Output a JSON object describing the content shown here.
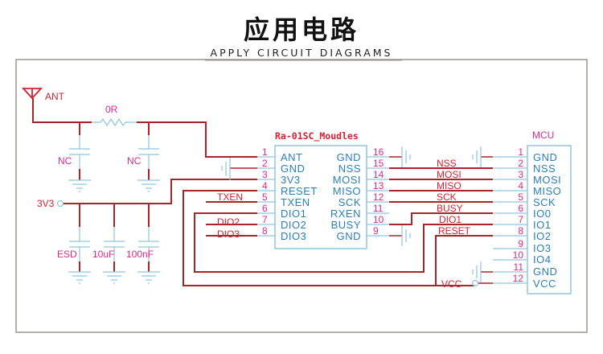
{
  "header": {
    "title_cn": "应用电路",
    "title_en": "APPLY CIRCUIT DIAGRAMS"
  },
  "colors": {
    "wire": "#a8262a",
    "lead": "#8fc5dd",
    "pin_number": "#e0288a",
    "pin_label": "#2a7fb8",
    "net_label": "#d42030"
  },
  "antenna": {
    "label": "ANT"
  },
  "resistor": {
    "label": "0R"
  },
  "rf_caps": [
    {
      "label": "NC"
    },
    {
      "label": "NC"
    }
  ],
  "power": {
    "label_3v3": "3V3",
    "caps": [
      {
        "label": "ESD"
      },
      {
        "label": "10uF"
      },
      {
        "label": "100nF"
      }
    ]
  },
  "module": {
    "name": "Ra-01SC_Moudles",
    "left_pins": [
      {
        "num": "1",
        "label": "ANT"
      },
      {
        "num": "2",
        "label": "GND"
      },
      {
        "num": "3",
        "label": "3V3"
      },
      {
        "num": "4",
        "label": "RESET"
      },
      {
        "num": "5",
        "label": "TXEN"
      },
      {
        "num": "6",
        "label": "DIO1"
      },
      {
        "num": "7",
        "label": "DIO2"
      },
      {
        "num": "8",
        "label": "DIO3"
      }
    ],
    "right_pins": [
      {
        "num": "16",
        "label": "GND"
      },
      {
        "num": "15",
        "label": "NSS"
      },
      {
        "num": "14",
        "label": "MOSI"
      },
      {
        "num": "13",
        "label": "MISO"
      },
      {
        "num": "12",
        "label": "SCK"
      },
      {
        "num": "11",
        "label": "RXEN"
      },
      {
        "num": "10",
        "label": "BUSY"
      },
      {
        "num": "9",
        "label": "GND"
      }
    ],
    "left_nets": {
      "txen": "TXEN",
      "dio2": "DIO2",
      "dio3": "DIO3"
    }
  },
  "nets": {
    "nss": "NSS",
    "mosi": "MOSI",
    "miso": "MISO",
    "sck": "SCK",
    "busy": "BUSY",
    "dio1": "DIO1",
    "reset": "RESET",
    "vcc": "VCC"
  },
  "mcu": {
    "name": "MCU",
    "pins": [
      {
        "num": "1",
        "label": "GND"
      },
      {
        "num": "2",
        "label": "NSS"
      },
      {
        "num": "3",
        "label": "MOSI"
      },
      {
        "num": "4",
        "label": "MISO"
      },
      {
        "num": "5",
        "label": "SCK"
      },
      {
        "num": "6",
        "label": "IO0"
      },
      {
        "num": "7",
        "label": "IO1"
      },
      {
        "num": "8",
        "label": "IO2"
      },
      {
        "num": "9",
        "label": "IO3"
      },
      {
        "num": "10",
        "label": "IO4"
      },
      {
        "num": "11",
        "label": "GND"
      },
      {
        "num": "12",
        "label": "VCC"
      }
    ]
  }
}
